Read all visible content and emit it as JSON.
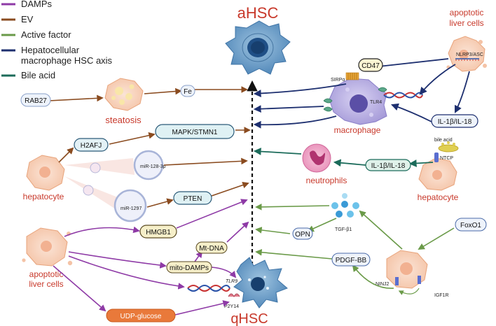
{
  "legend": {
    "items": [
      {
        "label": "DAMPs",
        "color": "#8e3aa6"
      },
      {
        "label": "EV",
        "color": "#8a4b1f"
      },
      {
        "label": "Active factor",
        "color": "#6a9a48"
      },
      {
        "label": "Hepatocellular",
        "color": "#1d2f6f"
      },
      {
        "label": "macrophage HSC axis",
        "color": "#1d2f6f"
      },
      {
        "label": "Bile acid",
        "color": "#1b6b5a"
      }
    ]
  },
  "titles": {
    "ahsc": "aHSC",
    "qhsc": "qHSC"
  },
  "cells": {
    "steatosis": "steatosis",
    "hepatocyte_left": "hepatocyte",
    "hepatocyte_right": "hepatocyte",
    "apoptotic_left": [
      "apoptotic",
      "liver cells"
    ],
    "apoptotic_right": [
      "apoptotic",
      "liver cells"
    ],
    "macrophage": "macrophage",
    "neutrophils": "neutrophils"
  },
  "pills": {
    "rab27": "RAB27",
    "fe": "Fe",
    "h2afj": "H2AFJ",
    "mapk": "MAPK/STMN1",
    "pten": "PTEN",
    "hmgb1": "HMGB1",
    "mtdna": "Mt-DNA",
    "mito_damps": "mito-DAMPs",
    "udp_glucose": "UDP-glucose",
    "cd47": "CD47",
    "il1b_right": "IL-1β/IL-18",
    "il1b_mid": "IL-1β/IL-18",
    "opn": "OPN",
    "pdgf": "PDGF-BB",
    "foxo1": "FoxO1"
  },
  "small_labels": {
    "sirpa": "SIRPα",
    "tlr4": "TLR4",
    "nlrp3": "NLRP3/ASC",
    "bile_acid": "bile acid",
    "ntcp": "NTCP",
    "mir128": "miR-128-3p",
    "mir1297": "miR-1297",
    "tgf": "TGF-β1",
    "ninj2": "NINJ2",
    "igf1r": "IGF1R",
    "tlr9": "TLR9",
    "p2y14": "P2Y14"
  }
}
